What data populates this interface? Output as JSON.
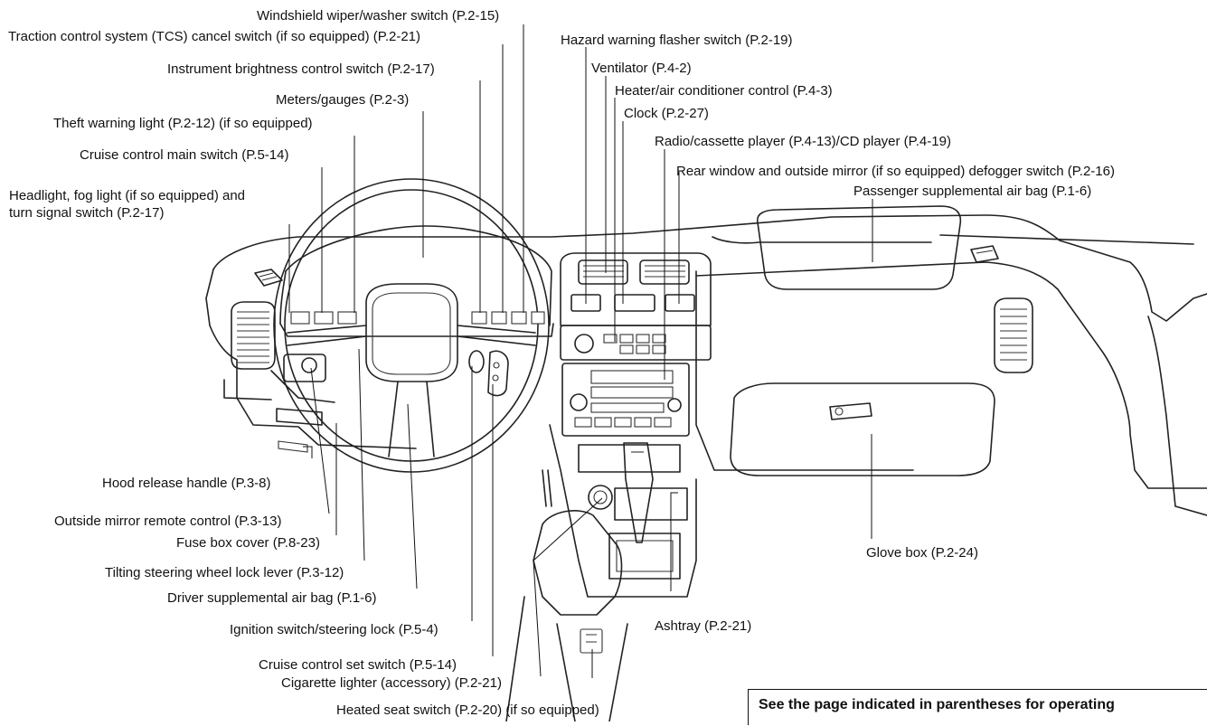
{
  "callouts": {
    "wiper_switch": "Windshield wiper/washer switch (P.2-15)",
    "tcs_cancel": "Traction control system (TCS) cancel switch (if so equipped) (P.2-21)",
    "instrument_brightness": "Instrument brightness control switch (P.2-17)",
    "meters_gauges": "Meters/gauges (P.2-3)",
    "theft_warning": "Theft warning light (P.2-12) (if so equipped)",
    "cruise_main": "Cruise control main switch (P.5-14)",
    "headlight_line1": "Headlight, fog light (if so equipped) and",
    "headlight_line2": "turn signal switch (P.2-17)",
    "hazard": "Hazard warning flasher switch (P.2-19)",
    "ventilator": "Ventilator (P.4-2)",
    "heater_ac": "Heater/air conditioner control (P.4-3)",
    "clock": "Clock (P.2-27)",
    "radio": "Radio/cassette player (P.4-13)/CD player (P.4-19)",
    "defogger": "Rear window and outside mirror (if so equipped) defogger switch (P.2-16)",
    "passenger_airbag": "Passenger supplemental air bag (P.1-6)",
    "hood_release": "Hood release handle (P.3-8)",
    "mirror_remote": "Outside mirror remote control (P.3-13)",
    "fuse_box": "Fuse box cover (P.8-23)",
    "tilt_lever": "Tilting steering wheel lock lever (P.3-12)",
    "driver_airbag": "Driver supplemental air bag (P.1-6)",
    "ignition": "Ignition switch/steering lock (P.5-4)",
    "cruise_set": "Cruise control set switch (P.5-14)",
    "cigarette_lighter": "Cigarette lighter (accessory) (P.2-21)",
    "heated_seat": "Heated seat switch (P.2-20) (if so equipped)",
    "ashtray": "Ashtray (P.2-21)",
    "glove_box": "Glove box (P.2-24)"
  },
  "note": "See the page indicated in parentheses for operating"
}
